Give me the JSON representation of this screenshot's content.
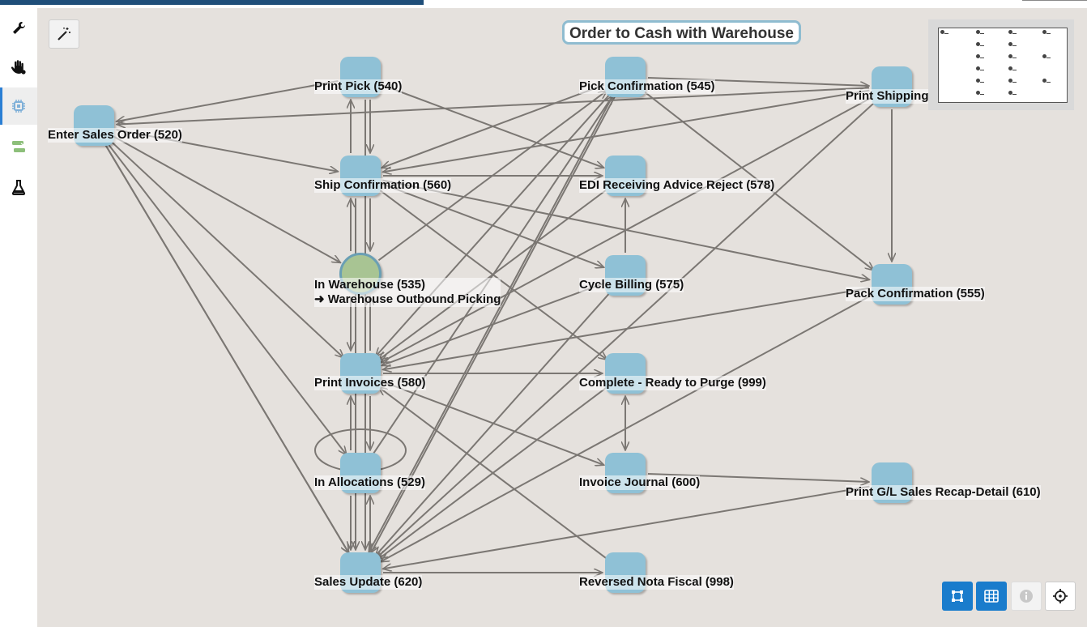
{
  "diagram": {
    "title": "Order to Cash with Warehouse",
    "nodes": [
      {
        "id": "n540",
        "label": "Print Pick (540)"
      },
      {
        "id": "n545",
        "label": "Pick Confirmation (545)"
      },
      {
        "id": "n550",
        "label": "Print Shipping"
      },
      {
        "id": "n520",
        "label": "Enter Sales Order (520)"
      },
      {
        "id": "n560",
        "label": "Ship Confirmation (560)"
      },
      {
        "id": "n578",
        "label": "EDI Receiving Advice Reject (578)"
      },
      {
        "id": "n535",
        "label": "In Warehouse (535)",
        "sublabel": "➜ Warehouse Outbound Picking"
      },
      {
        "id": "n575",
        "label": "Cycle Billing (575)"
      },
      {
        "id": "n555",
        "label": "Pack Confirmation (555)"
      },
      {
        "id": "n580",
        "label": "Print Invoices (580)"
      },
      {
        "id": "n999",
        "label": "Complete - Ready to Purge (999)"
      },
      {
        "id": "n529",
        "label": "In Allocations (529)"
      },
      {
        "id": "n600",
        "label": "Invoice Journal (600)"
      },
      {
        "id": "n610",
        "label": "Print G/L Sales Recap-Detail (610)"
      },
      {
        "id": "n620",
        "label": "Sales Update (620)"
      },
      {
        "id": "n998",
        "label": "Reversed Nota Fiscal (998)"
      }
    ],
    "current_node": "n535"
  },
  "sidebar": {
    "items": [
      {
        "icon": "wrench-icon"
      },
      {
        "icon": "hand-icon"
      },
      {
        "icon": "chip-icon",
        "active": true
      },
      {
        "icon": "transfer-icon"
      },
      {
        "icon": "flask-icon"
      }
    ]
  },
  "toolbar": {
    "magic_icon": "magic-wand-icon"
  },
  "controls": [
    {
      "icon": "fit-view-icon",
      "state": "active"
    },
    {
      "icon": "grid-icon",
      "state": "active"
    },
    {
      "icon": "info-icon",
      "state": "disabled"
    },
    {
      "icon": "crosshair-icon",
      "state": "normal"
    }
  ],
  "colors": {
    "canvas": "#e5e1dd",
    "node": "#8fc1d6",
    "current_node": "#a8c493",
    "edge": "#7b7773",
    "accent": "#1a7ccc",
    "progress": "#1f4e79"
  }
}
